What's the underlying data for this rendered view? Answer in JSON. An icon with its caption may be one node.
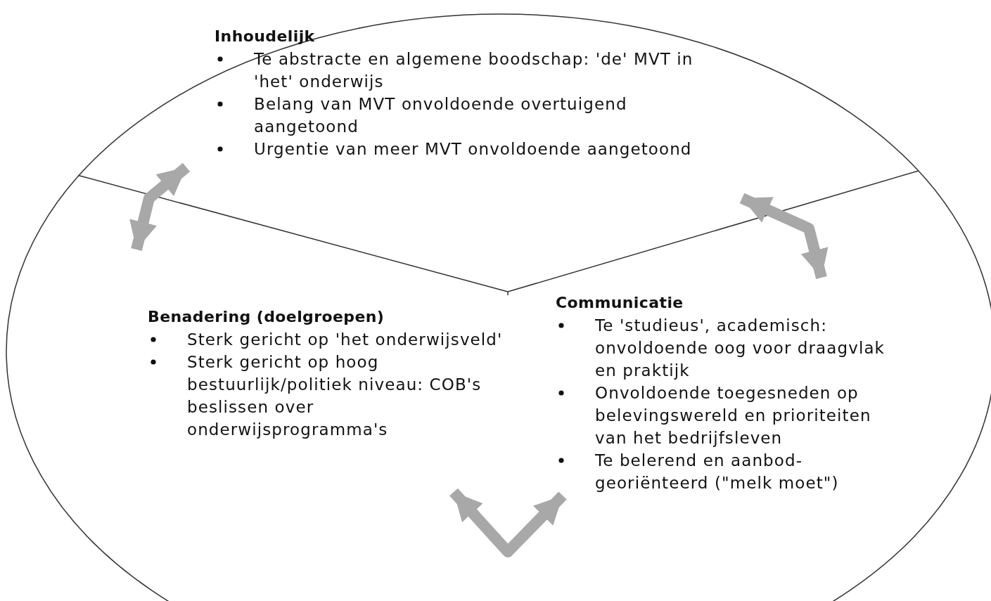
{
  "diagram": {
    "nodes": [
      {
        "text": [
          "Inhoudelijk",
          "Te abstracte en algemene boodschap: 'de' MVT in 'het' onderwijs",
          "Belang van MVT onvoldoende overtuigend aangetoond",
          "Urgentie van meer MVT onvoldoende aangetoond"
        ]
      },
      {
        "text": [
          "Benadering (doelgroepen)",
          "Sterk gericht op 'het onderwijsveld'",
          "Sterk gericht op hoog bestuurlijk/politiek niveau: COB's beslissen over onderwijsprogramma's"
        ]
      },
      {
        "text": [
          "Communicatie",
          "Te 'studieus', academisch: onvoldoende oog voor draagvlak en praktijk",
          "Onvoldoende toegesneden op belevingswereld en prioriteiten van het bedrijfsleven",
          "Te belerend en aanbod-georiënteerd (\"melk moet\")"
        ]
      }
    ],
    "edges": [
      {
        "from": 0,
        "to": 1,
        "arrow": "both"
      },
      {
        "from": 0,
        "to": 2,
        "arrow": "both"
      },
      {
        "from": 1,
        "to": 2,
        "arrow": "both"
      }
    ]
  }
}
